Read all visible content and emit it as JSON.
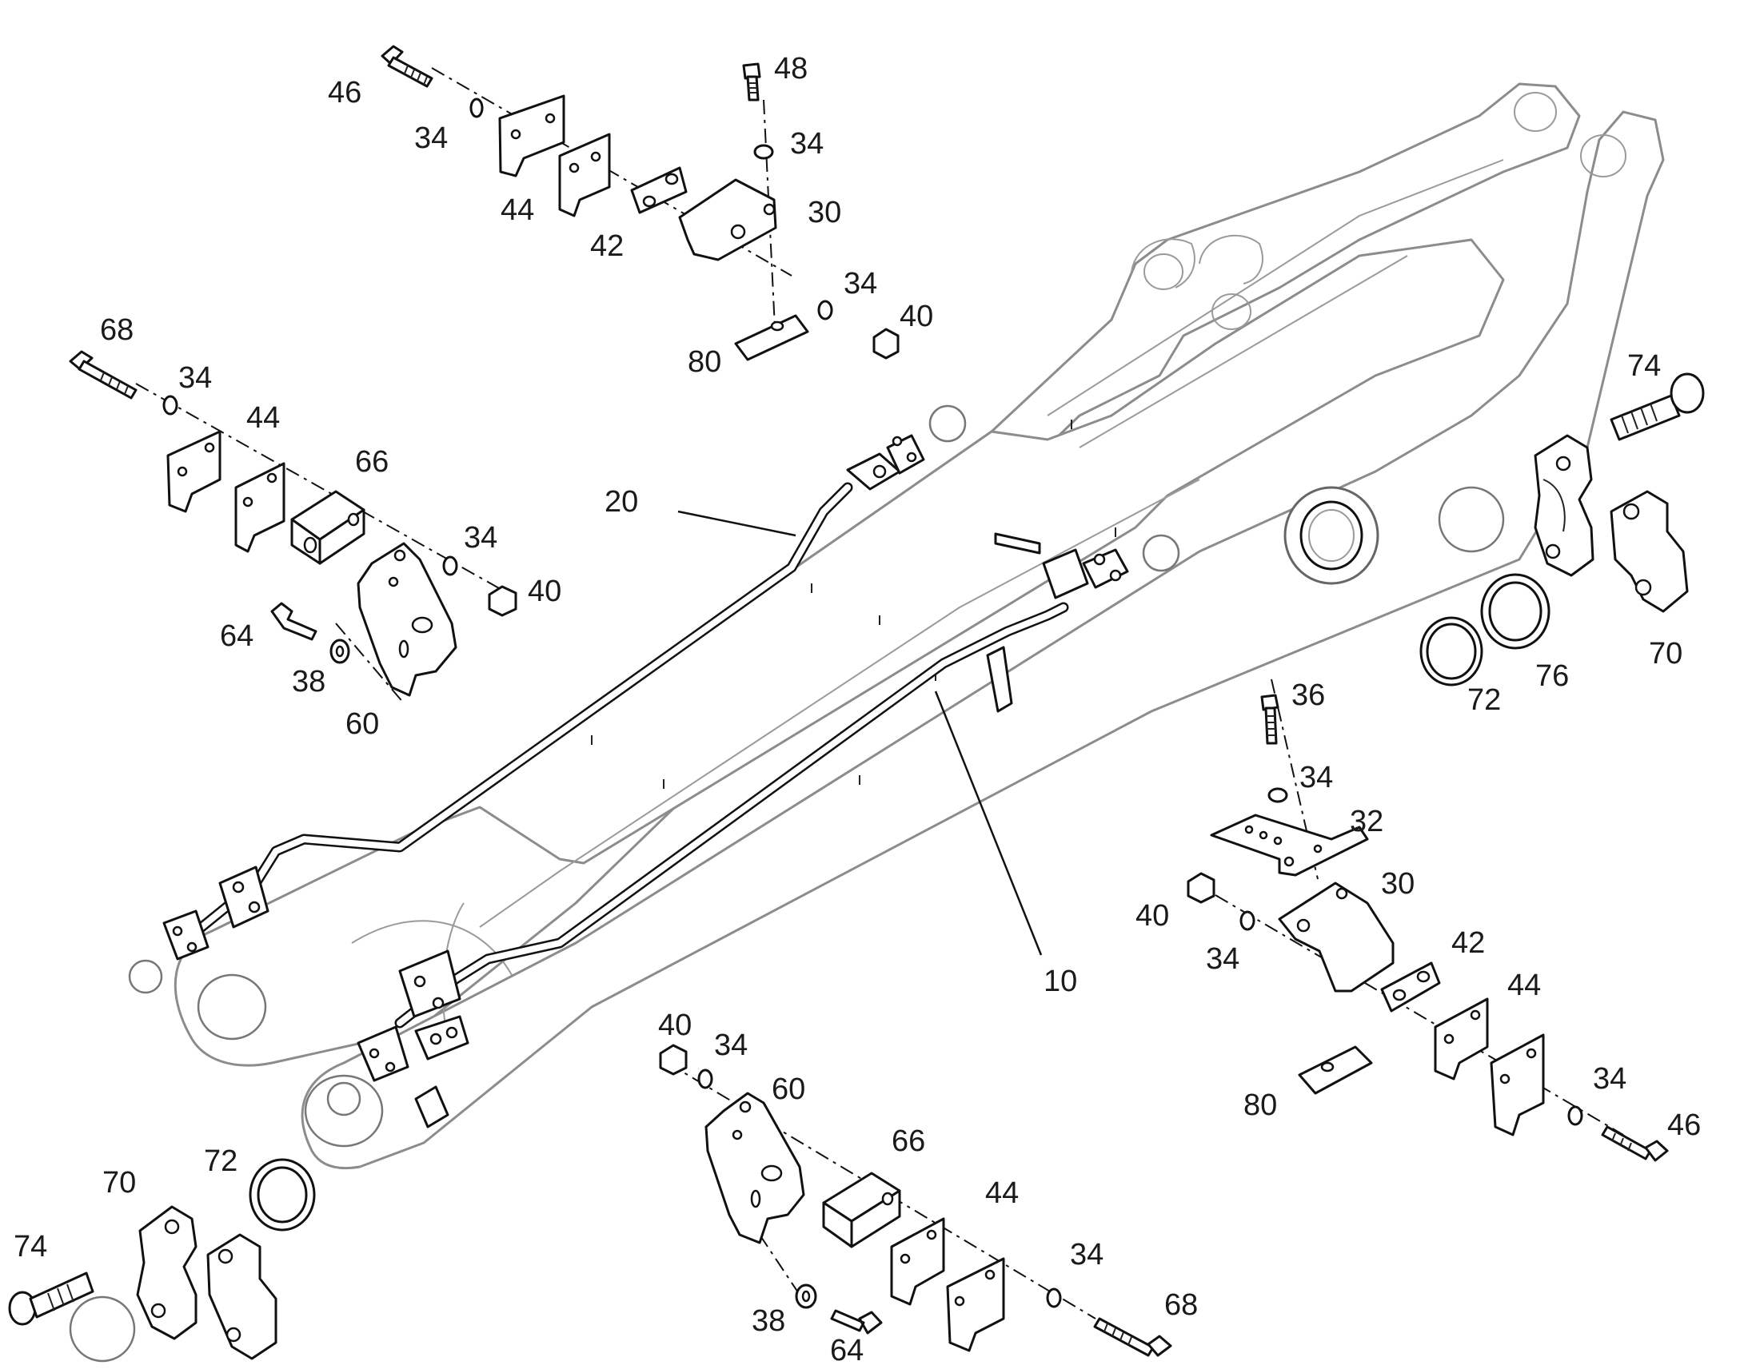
{
  "diagram": {
    "callouts": [
      {
        "id": "c46a",
        "label": "46"
      },
      {
        "id": "c34a",
        "label": "34"
      },
      {
        "id": "c44a",
        "label": "44"
      },
      {
        "id": "c42a",
        "label": "42"
      },
      {
        "id": "c48",
        "label": "48"
      },
      {
        "id": "c34b",
        "label": "34"
      },
      {
        "id": "c30a",
        "label": "30"
      },
      {
        "id": "c34c",
        "label": "34"
      },
      {
        "id": "c40a",
        "label": "40"
      },
      {
        "id": "c80a",
        "label": "80"
      },
      {
        "id": "c68a",
        "label": "68"
      },
      {
        "id": "c34d",
        "label": "34"
      },
      {
        "id": "c44b",
        "label": "44"
      },
      {
        "id": "c66a",
        "label": "66"
      },
      {
        "id": "c34e",
        "label": "34"
      },
      {
        "id": "c40b",
        "label": "40"
      },
      {
        "id": "c64a",
        "label": "64"
      },
      {
        "id": "c38a",
        "label": "38"
      },
      {
        "id": "c60a",
        "label": "60"
      },
      {
        "id": "c20",
        "label": "20"
      },
      {
        "id": "c74a",
        "label": "74"
      },
      {
        "id": "c70a",
        "label": "70"
      },
      {
        "id": "c72a",
        "label": "72"
      },
      {
        "id": "c76",
        "label": "76"
      },
      {
        "id": "c36",
        "label": "36"
      },
      {
        "id": "c34f",
        "label": "34"
      },
      {
        "id": "c32",
        "label": "32"
      },
      {
        "id": "c30b",
        "label": "30"
      },
      {
        "id": "c40c",
        "label": "40"
      },
      {
        "id": "c34g",
        "label": "34"
      },
      {
        "id": "c42b",
        "label": "42"
      },
      {
        "id": "c44c",
        "label": "44"
      },
      {
        "id": "c10",
        "label": "10"
      },
      {
        "id": "c80b",
        "label": "80"
      },
      {
        "id": "c34h",
        "label": "34"
      },
      {
        "id": "c46b",
        "label": "46"
      },
      {
        "id": "c40d",
        "label": "40"
      },
      {
        "id": "c34i",
        "label": "34"
      },
      {
        "id": "c60b",
        "label": "60"
      },
      {
        "id": "c66b",
        "label": "66"
      },
      {
        "id": "c44d",
        "label": "44"
      },
      {
        "id": "c34j",
        "label": "34"
      },
      {
        "id": "c68b",
        "label": "68"
      },
      {
        "id": "c38b",
        "label": "38"
      },
      {
        "id": "c64b",
        "label": "64"
      },
      {
        "id": "c72b",
        "label": "72"
      },
      {
        "id": "c70b",
        "label": "70"
      },
      {
        "id": "c74b",
        "label": "74"
      }
    ]
  }
}
